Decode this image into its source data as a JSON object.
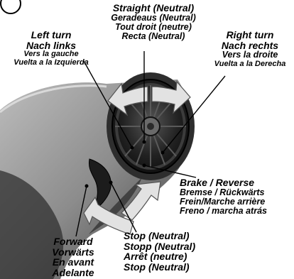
{
  "section_marker": "",
  "straight": {
    "en": "Straight (Neutral)",
    "de": "Geradeaus (Neutral)",
    "fr": "Tout droit (neutre)",
    "es": "Recta (Neutral)"
  },
  "left_turn": {
    "en": "Left turn",
    "de": "Nach links",
    "fr": "Vers la gauche",
    "es": "Vuelta a la Izquierda"
  },
  "right_turn": {
    "en": "Right turn",
    "de": "Nach rechts",
    "fr": "Vers la droite",
    "es": "Vuelta a la Derecha"
  },
  "brake_reverse": {
    "en": "Brake / Reverse",
    "de": "Bremse / Rückwärts",
    "fr": "Frein/Marche arrière",
    "es": "Freno / marcha atrás"
  },
  "forward": {
    "en": "Forward",
    "de": "Vorwärts",
    "fr": "En avant",
    "es": "Adelante"
  },
  "stop": {
    "en": "Stop (Neutral)",
    "de": "Stopp (Neutral)",
    "fr": "Arrêt (neutre)",
    "es": "Stop (Neutral)"
  },
  "colors": {
    "arrow_fill": "#e2e2e2",
    "arrow_stroke": "#555555",
    "body_dark": "#2b2b2b",
    "body_light": "#9a9a9a",
    "wheel": "#1a1a1a"
  }
}
